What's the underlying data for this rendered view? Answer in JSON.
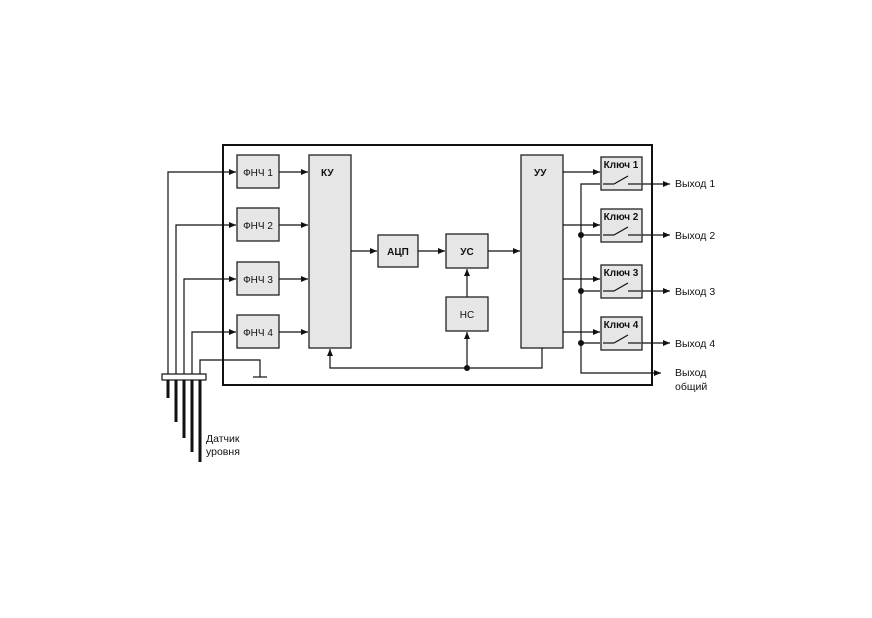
{
  "blocks": {
    "fnch": [
      "ФНЧ 1",
      "ФНЧ 2",
      "ФНЧ 3",
      "ФНЧ 4"
    ],
    "ku": "КУ",
    "acp": "АЦП",
    "us": "УС",
    "ns": "НС",
    "uu": "УУ",
    "keys": [
      "Ключ 1",
      "Ключ 2",
      "Ключ 3",
      "Ключ 4"
    ]
  },
  "outputs": [
    "Выход 1",
    "Выход 2",
    "Выход 3",
    "Выход 4"
  ],
  "common_output": [
    "Выход",
    "общий"
  ],
  "sensor_label": [
    "Датчик",
    "уровня"
  ]
}
